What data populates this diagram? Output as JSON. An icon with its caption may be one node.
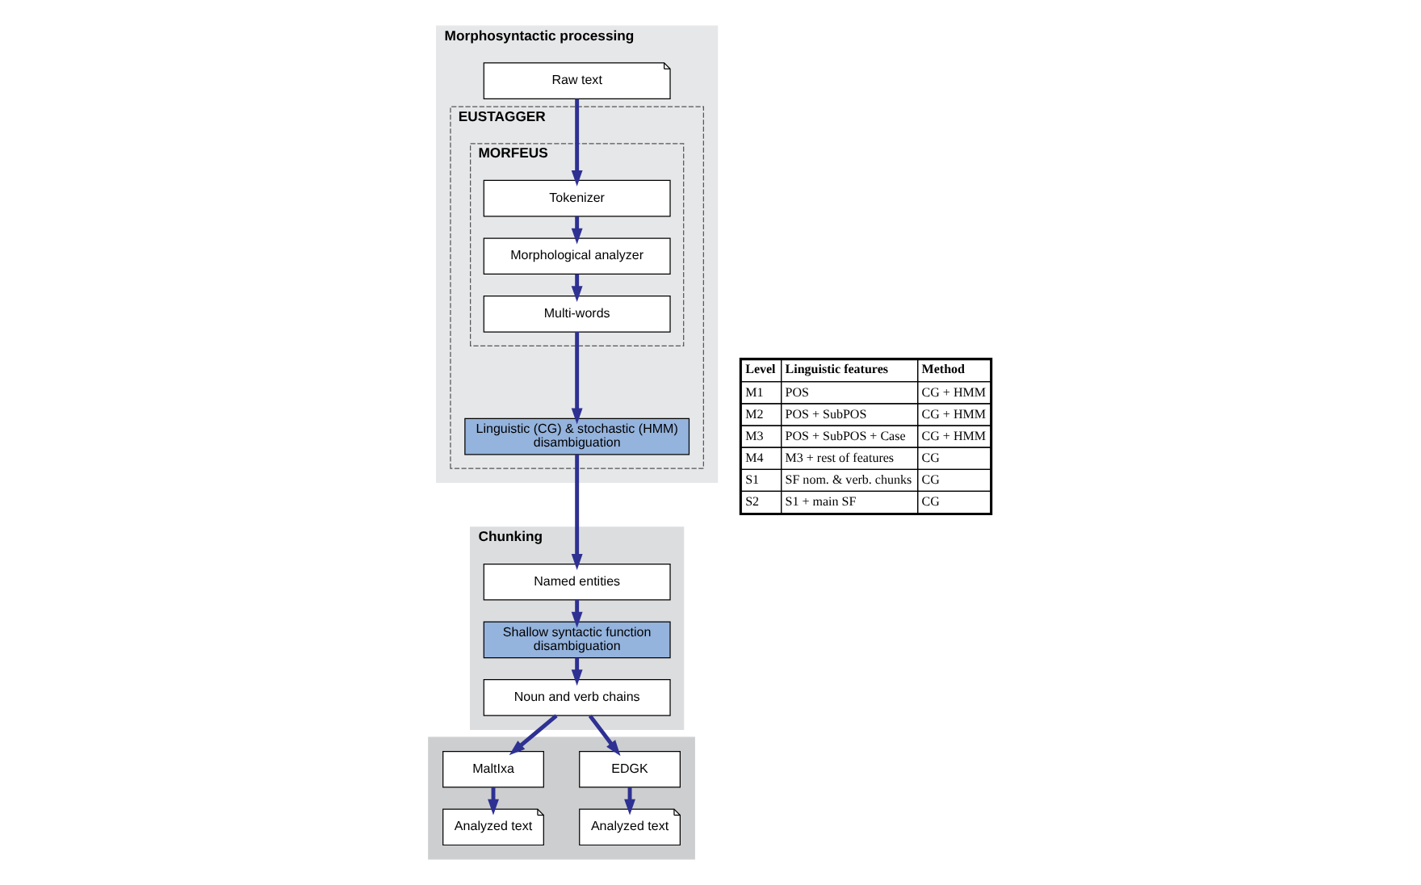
{
  "diagram": {
    "nodes": [
      {
        "text": [
          "Morphosyntactic processing"
        ]
      },
      {
        "text": [
          "Raw text"
        ],
        "in": 0
      },
      {
        "text": [
          "EUSTAGGER"
        ],
        "in": 0
      },
      {
        "text": [
          "MORFEUS"
        ],
        "in": 2
      },
      {
        "text": [
          "Tokenizer"
        ],
        "in": 3
      },
      {
        "text": [
          "Morphological analyzer"
        ],
        "in": 3
      },
      {
        "text": [
          "Multi-words"
        ],
        "in": 3
      },
      {
        "text": [
          "Linguistic (CG) & stochastic (HMM) disambiguation"
        ],
        "in": 2
      },
      {
        "text": [
          "Chunking"
        ]
      },
      {
        "text": [
          "Named entities"
        ],
        "in": 8
      },
      {
        "text": [
          "Shallow syntactic function disambiguation"
        ],
        "in": 8
      },
      {
        "text": [
          "Noun and verb chains"
        ],
        "in": 8
      },
      {
        "text": [],
        "shape": "box"
      },
      {
        "text": [
          "EDGK"
        ],
        "in": 12
      },
      {
        "text": [
          "MaltIxa"
        ],
        "in": 12
      },
      {
        "text": [
          "Analyzed text"
        ],
        "in": 12
      },
      {
        "text": [
          "Analyzed text"
        ],
        "in": 12
      }
    ],
    "edges": [
      {
        "from": 1,
        "to": 4,
        "arrow": "to"
      },
      {
        "from": 4,
        "to": 5,
        "arrow": "to"
      },
      {
        "from": 5,
        "to": 6,
        "arrow": "to"
      },
      {
        "from": 6,
        "to": 7,
        "arrow": "to"
      },
      {
        "from": 7,
        "to": 9,
        "arrow": "to"
      },
      {
        "from": 9,
        "to": 10,
        "arrow": "to"
      },
      {
        "from": 10,
        "to": 11,
        "arrow": "to"
      },
      {
        "from": 11,
        "to": 13,
        "arrow": "to"
      },
      {
        "from": 11,
        "to": 14,
        "arrow": "to"
      },
      {
        "from": 13,
        "to": 15,
        "arrow": "to"
      },
      {
        "from": 14,
        "to": 16,
        "arrow": "to"
      }
    ],
    "labels": [
      "Level",
      "Linguistic features",
      "Method",
      "M1",
      "POS",
      "CG + HMM",
      "M2",
      "POS + SubPOS",
      "CG + HMM",
      "M3",
      "POS + SubPOS + Case",
      "CG + HMM",
      "M4",
      "M3 + rest of features",
      "CG",
      "S1",
      "SF nom. & verb. chunks",
      "CG",
      "S2",
      "S1 + main SF",
      "CG"
    ]
  }
}
